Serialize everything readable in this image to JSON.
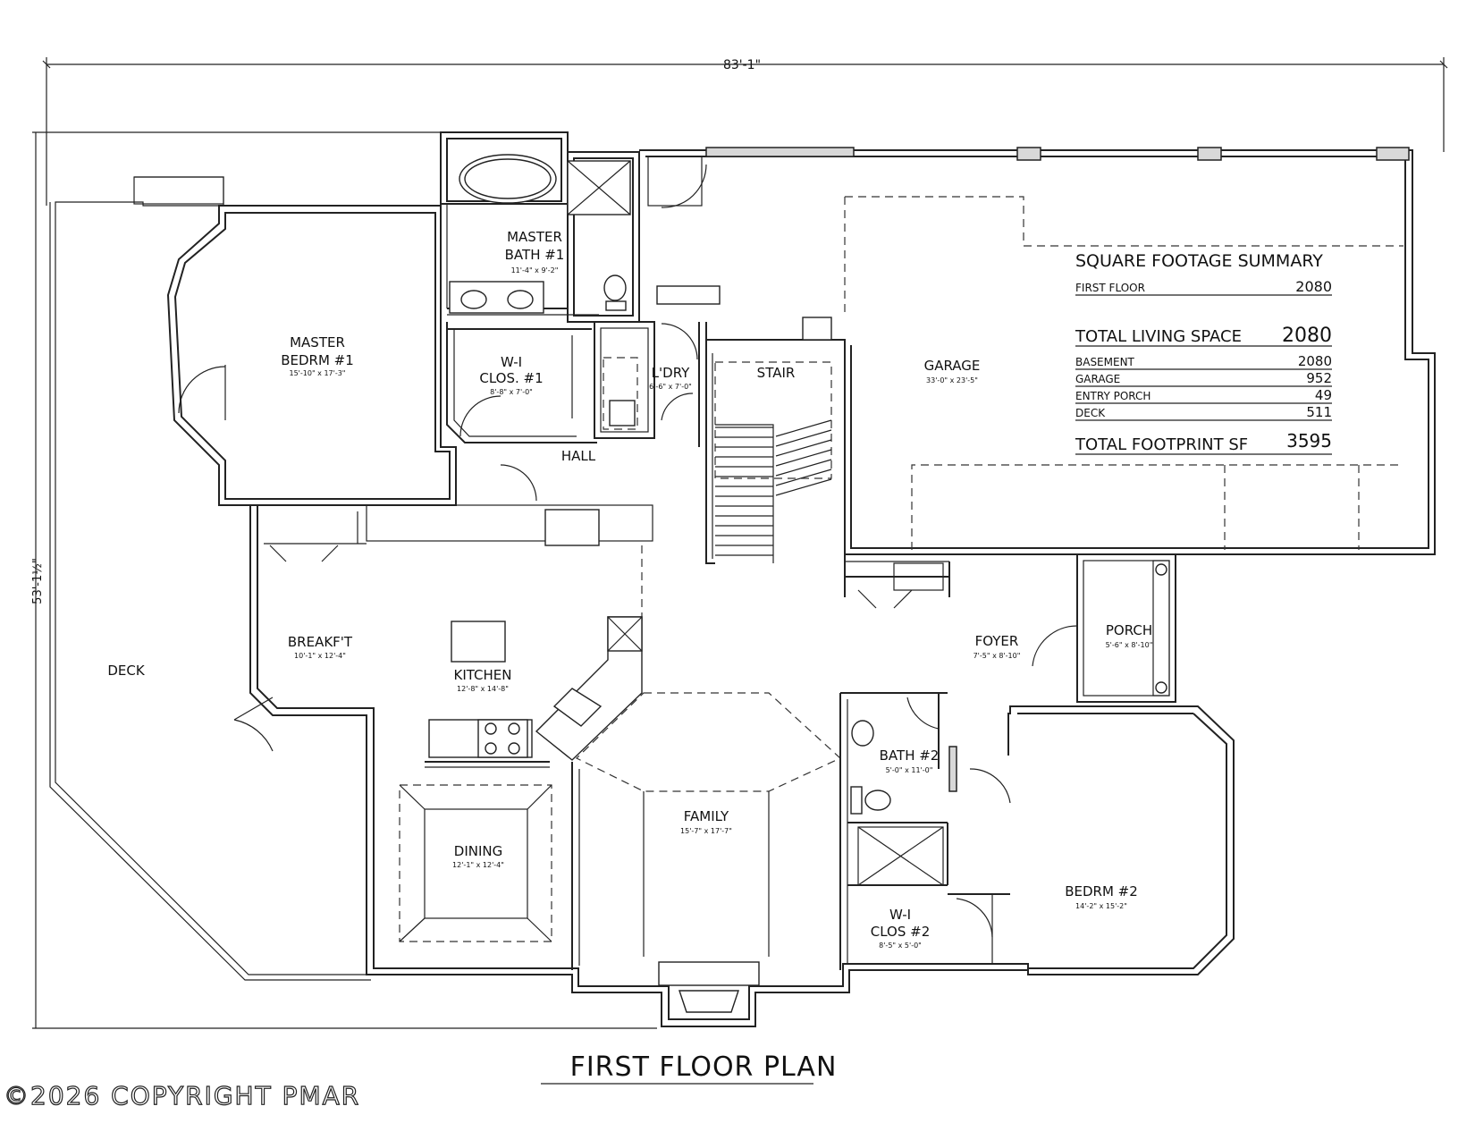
{
  "overall_width_dim": "83'-1\"",
  "overall_depth_dim": "53'-1½\"",
  "rooms": {
    "master_bedroom": {
      "name_line1": "MASTER",
      "name_line2": "BEDRM #1",
      "size": "15'-10\" x 17'-3\""
    },
    "master_bath": {
      "name_line1": "MASTER",
      "name_line2": "BATH #1",
      "size": "11'-4\" x 9'-2\""
    },
    "wic1": {
      "name_line1": "W-I",
      "name_line2": "CLOS. #1",
      "size": "8'-8\" x 7'-0\""
    },
    "laundry": {
      "name": "L'DRY",
      "size": "6'-6\" x 7'-0\""
    },
    "stair": {
      "name": "STAIR"
    },
    "garage": {
      "name": "GARAGE",
      "size": "33'-0\" x 23'-5\""
    },
    "hall": {
      "name": "HALL"
    },
    "breakfast": {
      "name": "BREAKF'T",
      "size": "10'-1\" x 12'-4\""
    },
    "kitchen": {
      "name": "KITCHEN",
      "size": "12'-8\" x 14'-8\""
    },
    "deck": {
      "name": "DECK"
    },
    "foyer": {
      "name": "FOYER",
      "size": "7'-5\" x 8'-10\""
    },
    "porch": {
      "name": "PORCH",
      "size": "5'-6\" x 8'-10\""
    },
    "bath2": {
      "name": "BATH #2",
      "size": "5'-0\" x 11'-0\""
    },
    "family": {
      "name": "FAMILY",
      "size": "15'-7\" x 17'-7\""
    },
    "dining": {
      "name": "DINING",
      "size": "12'-1\" x 12'-4\""
    },
    "wic2": {
      "name_line1": "W-I",
      "name_line2": "CLOS #2",
      "size": "8'-5\" x 5'-0\""
    },
    "bedroom2": {
      "name": "BEDRM #2",
      "size": "14'-2\" x 15'-2\""
    }
  },
  "summary": {
    "title": "SQUARE FOOTAGE SUMMARY",
    "first_floor_label": "FIRST FLOOR",
    "first_floor_value": "2080",
    "total_living_label": "TOTAL LIVING SPACE",
    "total_living_value": "2080",
    "rows": [
      {
        "label": "BASEMENT",
        "value": "2080"
      },
      {
        "label": "GARAGE",
        "value": "952"
      },
      {
        "label": "ENTRY PORCH",
        "value": "49"
      },
      {
        "label": "DECK",
        "value": "511"
      }
    ],
    "total_footprint_label": "TOTAL FOOTPRINT SF",
    "total_footprint_value": "3595"
  },
  "plan_title": "FIRST FLOOR PLAN",
  "copyright": "©2026 COPYRIGHT PMAR"
}
